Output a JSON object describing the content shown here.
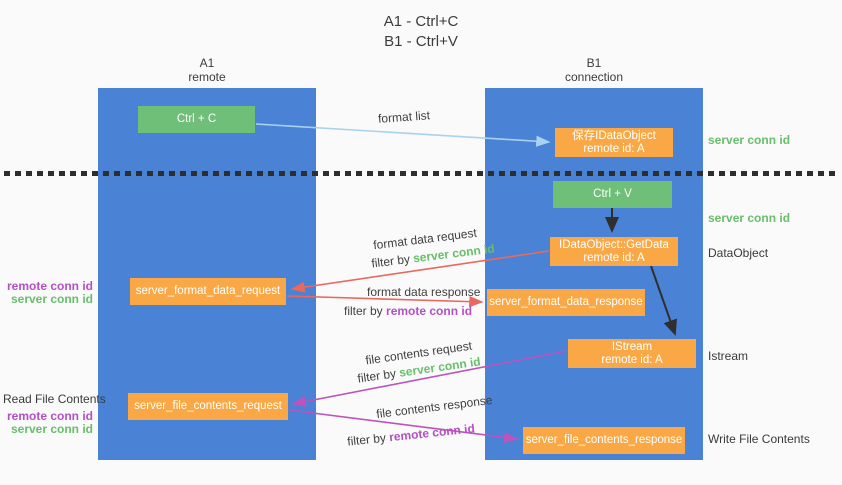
{
  "title": {
    "line1": "A1 - Ctrl+C",
    "line2": "B1 - Ctrl+V"
  },
  "columns": {
    "left": {
      "name": "A1",
      "subtitle": "remote"
    },
    "right": {
      "name": "B1",
      "subtitle": "connection"
    }
  },
  "nodes": {
    "ctrl_c": {
      "label": "Ctrl + C"
    },
    "save_dataobject": {
      "line1": "保存IDataObject",
      "line2": "remote id: A"
    },
    "ctrl_v": {
      "label": "Ctrl + V"
    },
    "getdata": {
      "line1": "IDataObject::GetData",
      "line2": "remote id: A"
    },
    "format_request": {
      "label": "server_format_data_request"
    },
    "format_response": {
      "label": "server_format_data_response"
    },
    "istream": {
      "line1": "IStream",
      "line2": "remote id: A"
    },
    "file_request": {
      "label": "server_file_contents_request"
    },
    "file_response": {
      "label": "server_file_contents_response"
    }
  },
  "flow_labels": {
    "format_list": "format list",
    "format_data_request": "format data request",
    "format_data_request_filter": {
      "prefix": "filter by",
      "key": "server conn id"
    },
    "format_data_response": "format data response",
    "format_data_response_filter": {
      "prefix": "filter by",
      "key": "remote conn id"
    },
    "file_contents_request": "file contents request",
    "file_contents_request_filter": {
      "prefix": "filter by",
      "key": "server conn id"
    },
    "file_contents_response": "file contents response",
    "file_contents_response_filter": {
      "prefix": "filter by",
      "key": "remote conn id"
    }
  },
  "side_labels": {
    "right_server_conn_1": "server conn id",
    "right_server_conn_2": "server conn id",
    "dataobject": "DataObject",
    "istream": "Istream",
    "write_file_contents": "Write File Contents",
    "left_remote_conn_1": "remote conn id",
    "left_server_conn_1": "server conn id",
    "read_file_contents": "Read File Contents",
    "left_remote_conn_2": "remote conn id",
    "left_server_conn_2": "server conn id"
  },
  "colors": {
    "lifeline_blue": "#4a82d6",
    "action_green": "#6fbf78",
    "node_orange": "#f9a845",
    "server_conn_green": "#67bf6b",
    "remote_conn_purple": "#b44fc4",
    "arrow_light_blue": "#a9d2ee",
    "arrow_red": "#e8695e",
    "arrow_magenta": "#bd53bd",
    "arrow_black": "#2f2f2f"
  }
}
